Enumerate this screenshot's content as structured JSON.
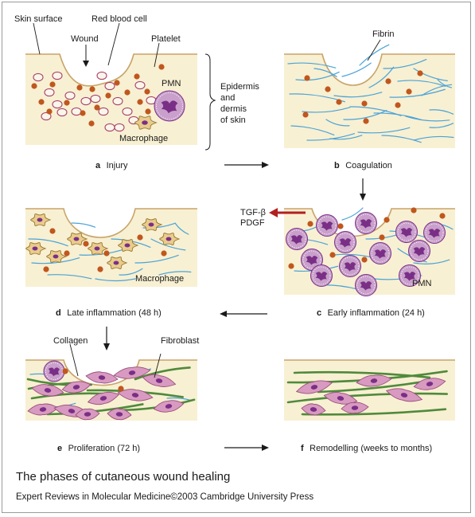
{
  "figure_title": "The phases of cutaneous wound healing",
  "credit": "Expert Reviews in Molecular Medicine©2003 Cambridge University Press",
  "labels": {
    "skin_surface": "Skin surface",
    "red_blood_cell": "Red blood cell",
    "wound": "Wound",
    "platelet": "Platelet",
    "pmn": "PMN",
    "epidermis_line1": "Epidermis",
    "epidermis_line2": "and",
    "epidermis_line3": "dermis",
    "epidermis_line4": "of skin",
    "macrophage": "Macrophage",
    "fibrin": "Fibrin",
    "tgf_beta": "TGF-β",
    "pdgf": "PDGF",
    "macrophage_d": "Macrophage",
    "pmn_c": "PMN",
    "collagen": "Collagen",
    "fibroblast": "Fibroblast"
  },
  "panels": [
    {
      "letter": "a",
      "caption": "Injury"
    },
    {
      "letter": "b",
      "caption": "Coagulation"
    },
    {
      "letter": "c",
      "caption": "Early inflammation (24 h)"
    },
    {
      "letter": "d",
      "caption": "Late inflammation (48 h)"
    },
    {
      "letter": "e",
      "caption": "Proliferation (72 h)"
    },
    {
      "letter": "f",
      "caption": "Remodelling (weeks to months)"
    }
  ],
  "colors": {
    "tissue": "#f8f0d2",
    "surface": "#c8a46a",
    "platelet": "#c0571e",
    "rbc_stroke": "#a8426c",
    "fibrin": "#4aa3d8",
    "pmn_fill": "#c9a0cb",
    "pmn_nucleus": "#7a2f86",
    "macrophage_fill": "#e9cc8c",
    "macrophage_stroke": "#9a7630",
    "fibroblast_fill": "#d89ac0",
    "fibroblast_stroke": "#9a4f7d",
    "collagen": "#4f8a3c",
    "arrow": "#1a1a1a",
    "tgf_arrow": "#b22020"
  }
}
